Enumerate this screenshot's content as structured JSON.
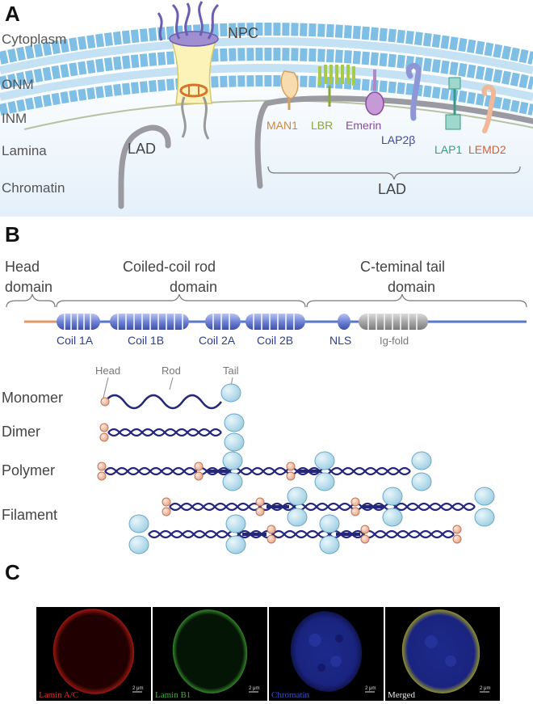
{
  "panels": {
    "a": "A",
    "b": "B",
    "c": "C"
  },
  "panel_a": {
    "regions": [
      "Cytoplasm",
      "ONM",
      "INM",
      "Lamina",
      "Chromatin"
    ],
    "npc": "NPC",
    "lad_left": "LAD",
    "lad_bottom": "LAD",
    "proteins": [
      {
        "name": "MAN1",
        "color": "#c98a3c"
      },
      {
        "name": "LBR",
        "color": "#8aa835"
      },
      {
        "name": "Emerin",
        "color": "#8a4aa0"
      },
      {
        "name": "LAP2β",
        "color": "#3b4a9a"
      },
      {
        "name": "LAP1",
        "color": "#3a9a8a"
      },
      {
        "name": "LEMD2",
        "color": "#c8643c"
      }
    ]
  },
  "panel_b": {
    "domains": {
      "head": [
        "Head",
        "domain"
      ],
      "rod": [
        "Coiled-coil rod",
        "domain"
      ],
      "tail": [
        "C-teminal tail",
        "domain"
      ]
    },
    "segments": [
      "Coil 1A",
      "Coil 1B",
      "Coil 2A",
      "Coil 2B",
      "NLS",
      "Ig-fold"
    ],
    "annotations": [
      "Head",
      "Rod",
      "Tail"
    ],
    "assembly": [
      "Monomer",
      "Dimer",
      "Polymer",
      "Filament"
    ]
  },
  "panel_c": {
    "channels": [
      {
        "label": "Lamin A/C",
        "color": "#d8302a"
      },
      {
        "label": "Lamin B1",
        "color": "#3fa83a"
      },
      {
        "label": "Chromatin",
        "color": "#3a4fc8"
      },
      {
        "label": "Merged",
        "color": "#e8e8e8"
      }
    ],
    "scale_label": "2 μm"
  }
}
